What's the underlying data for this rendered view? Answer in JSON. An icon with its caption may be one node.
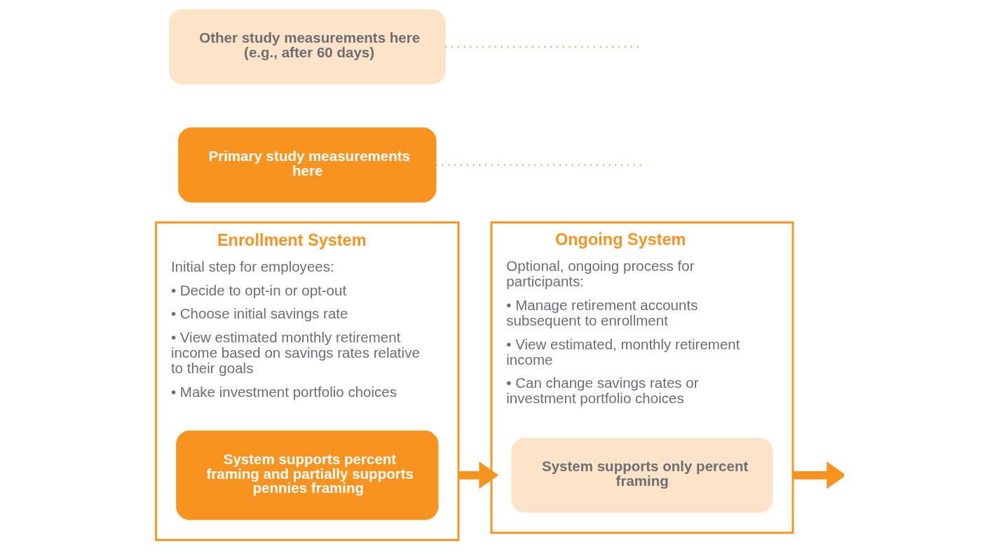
{
  "diagram": {
    "nodes": [
      {
        "text": [
          "Enrollment System",
          "Initial step for employees:",
          "• Decide to opt-in or opt-out",
          "• Choose initial savings rate",
          "• View estimated monthly retirement income based on savings rates relative to their goals",
          "• Make investment portfolio choices"
        ]
      },
      {
        "text": [
          "System supports percent framing and partially supports pennies framing"
        ],
        "in": 0
      },
      {
        "text": [
          "Ongoing System",
          "Optional, ongoing process for participants:",
          "• Manage retirement accounts subsequent to enrollment",
          "• View estimated, monthly retirement income",
          "• Can change savings rates or investment portfolio choices"
        ]
      },
      {
        "text": [
          "System supports only percent framing"
        ],
        "in": 2
      },
      {
        "text": [
          "Primary study measurements here"
        ]
      },
      {
        "text": [
          "Other study measurements here (e.g., after 60 days)"
        ]
      }
    ],
    "edges": [
      {
        "from": 0,
        "to": 2,
        "arrow": "to",
        "style": "thick"
      },
      {
        "from": 2,
        "to": null,
        "arrow": "to",
        "style": "thick"
      },
      {
        "from": 4,
        "to": null,
        "arrow": "none",
        "style": "dashed"
      },
      {
        "from": 5,
        "to": null,
        "arrow": "none",
        "style": "dashed"
      }
    ]
  }
}
